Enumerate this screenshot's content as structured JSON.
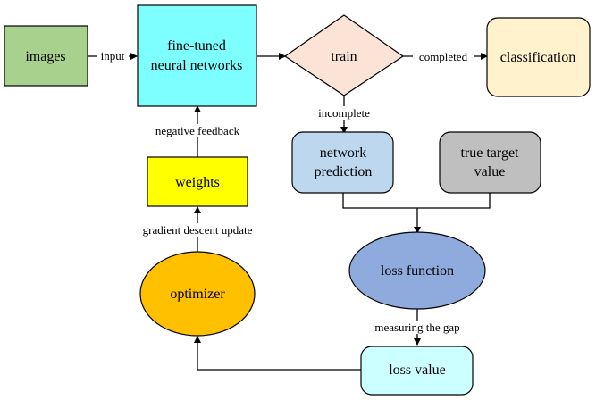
{
  "nodes": {
    "images": {
      "label": [
        "images"
      ],
      "fill": "#a9d18e",
      "shape": "rect"
    },
    "fine_tuned": {
      "label": [
        "fine-tuned",
        "neural networks"
      ],
      "fill": "#7effff",
      "shape": "rect"
    },
    "train": {
      "label": [
        "train"
      ],
      "fill": "#fbe4d5",
      "shape": "diamond"
    },
    "classification": {
      "label": [
        "classification"
      ],
      "fill": "#fff2cc",
      "shape": "rounded-rect"
    },
    "network_prediction": {
      "label": [
        "network",
        "prediction"
      ],
      "fill": "#bdd7ee",
      "shape": "rounded-rect"
    },
    "true_target": {
      "label": [
        "true target",
        "value"
      ],
      "fill": "#bfbfbf",
      "shape": "rounded-rect"
    },
    "loss_function": {
      "label": [
        "loss function"
      ],
      "fill": "#8faadc",
      "shape": "ellipse"
    },
    "loss_value": {
      "label": [
        "loss value"
      ],
      "fill": "#ccffff",
      "shape": "rounded-rect"
    },
    "optimizer": {
      "label": [
        "optimizer"
      ],
      "fill": "#ffc000",
      "shape": "ellipse"
    },
    "weights": {
      "label": [
        "weights"
      ],
      "fill": "#ffff00",
      "shape": "rect"
    }
  },
  "edges": {
    "images_to_nn": {
      "from": "images",
      "to": "fine-tuned neural networks",
      "label": "input"
    },
    "nn_to_train": {
      "from": "fine-tuned neural networks",
      "to": "train",
      "label": ""
    },
    "train_to_class": {
      "from": "train",
      "to": "classification",
      "label": "completed"
    },
    "train_to_pred": {
      "from": "train",
      "to": "network prediction",
      "label": "incomplete"
    },
    "pred_target_to_loss": {
      "from": "network prediction + true target value",
      "to": "loss function",
      "label": ""
    },
    "loss_to_value": {
      "from": "loss function",
      "to": "loss value",
      "label": "measuring the gap"
    },
    "value_to_opt": {
      "from": "loss value",
      "to": "optimizer",
      "label": ""
    },
    "opt_to_weights": {
      "from": "optimizer",
      "to": "weights",
      "label": "gradient descent update"
    },
    "weights_to_nn": {
      "from": "weights",
      "to": "fine-tuned neural networks",
      "label": "negative feedback"
    }
  }
}
